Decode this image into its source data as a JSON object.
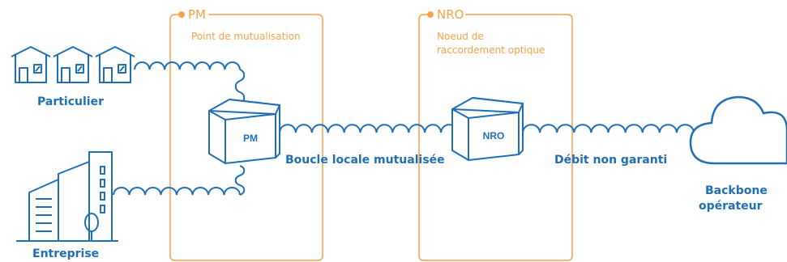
{
  "colors": {
    "line": "#1F6FB2",
    "accent": "#F7A14A",
    "background": "#ffffff"
  },
  "zones": [
    {
      "id": "pm",
      "title": "PM",
      "subtitle_lines": [
        "Point de mutualisation"
      ]
    },
    {
      "id": "nro",
      "title": "NRO",
      "subtitle_lines": [
        "Noeud de",
        "raccordement optique"
      ]
    }
  ],
  "nodes": {
    "particulier": {
      "label": "Particulier",
      "icon": "houses-icon"
    },
    "entreprise": {
      "label": "Entreprise",
      "icon": "office-building-icon"
    },
    "pm_box": {
      "label": "PM",
      "icon": "box-icon"
    },
    "nro_box": {
      "label": "NRO",
      "icon": "box-icon"
    },
    "backbone": {
      "label_lines": [
        "Backbone",
        "opérateur"
      ],
      "icon": "cloud-icon"
    }
  },
  "links": [
    {
      "from": "particulier",
      "to": "pm_box",
      "label": ""
    },
    {
      "from": "entreprise",
      "to": "pm_box",
      "label": ""
    },
    {
      "from": "pm_box",
      "to": "nro_box",
      "label": "Boucle locale mutualisée"
    },
    {
      "from": "nro_box",
      "to": "backbone",
      "label": "Débit non garanti"
    }
  ]
}
